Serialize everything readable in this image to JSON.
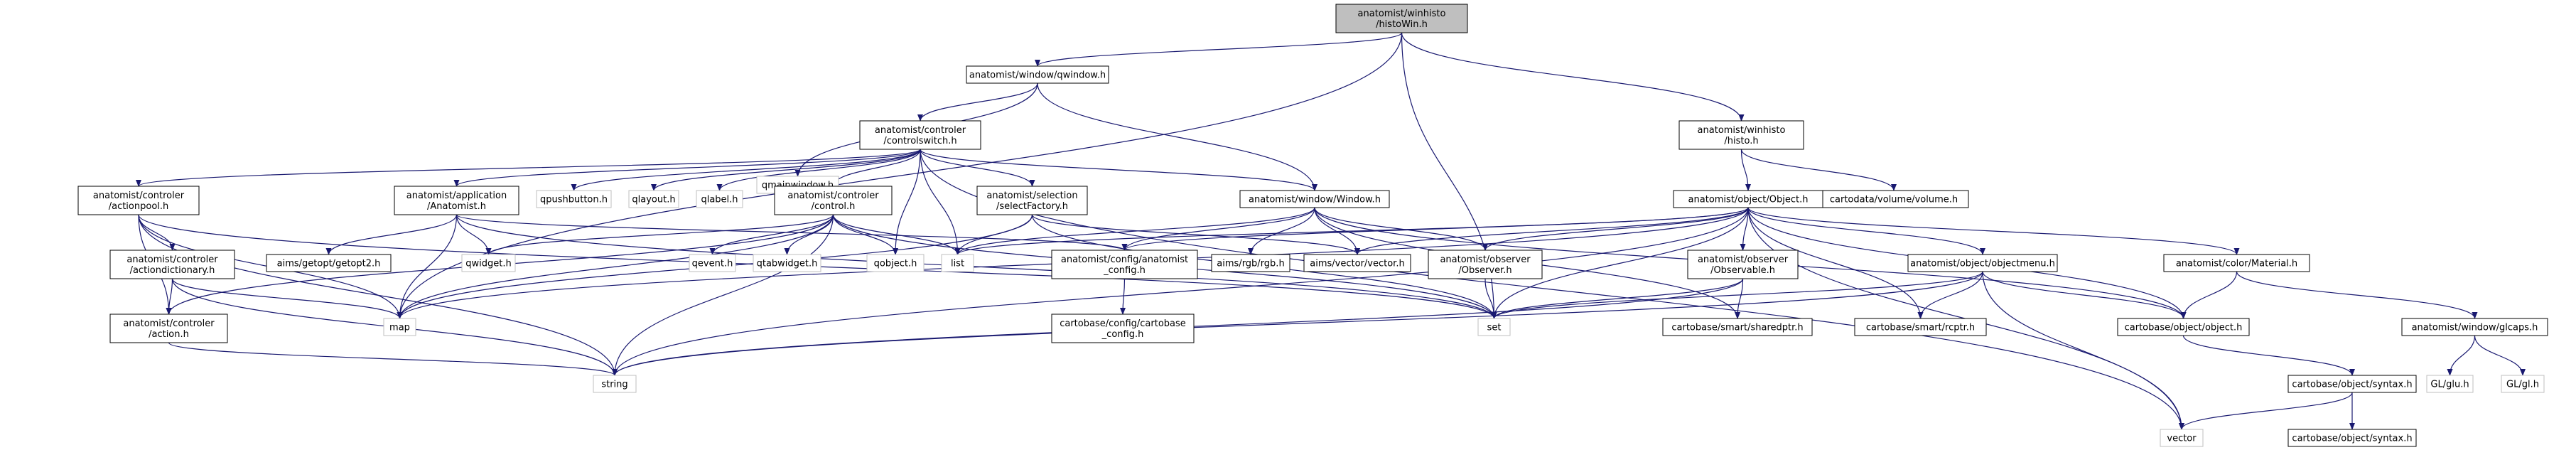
{
  "diagram": {
    "nodes": [
      {
        "id": "root",
        "lines": [
          "anatomist/winhisto",
          "/histoWin.h"
        ],
        "style": "root"
      },
      {
        "id": "qwindow",
        "lines": [
          "anatomist/window/qwindow.h"
        ],
        "style": "doc"
      },
      {
        "id": "histo",
        "lines": [
          "anatomist/winhisto",
          "/histo.h"
        ],
        "style": "doc"
      },
      {
        "id": "qmainwindow",
        "lines": [
          "qmainwindow.h"
        ],
        "style": "ext"
      },
      {
        "id": "controlswitch",
        "lines": [
          "anatomist/controler",
          "/controlswitch.h"
        ],
        "style": "doc"
      },
      {
        "id": "volume",
        "lines": [
          "cartodata/volume/volume.h"
        ],
        "style": "doc"
      },
      {
        "id": "actionpool",
        "lines": [
          "anatomist/controler",
          "/actionpool.h"
        ],
        "style": "doc"
      },
      {
        "id": "anatomist",
        "lines": [
          "anatomist/application",
          "/Anatomist.h"
        ],
        "style": "doc"
      },
      {
        "id": "qpushbutton",
        "lines": [
          "qpushbutton.h"
        ],
        "style": "ext"
      },
      {
        "id": "qlayout",
        "lines": [
          "qlayout.h"
        ],
        "style": "ext"
      },
      {
        "id": "qlabel",
        "lines": [
          "qlabel.h"
        ],
        "style": "ext"
      },
      {
        "id": "control",
        "lines": [
          "anatomist/controler",
          "/control.h"
        ],
        "style": "doc"
      },
      {
        "id": "selectfactory",
        "lines": [
          "anatomist/selection",
          "/selectFactory.h"
        ],
        "style": "doc"
      },
      {
        "id": "windowh",
        "lines": [
          "anatomist/window/Window.h"
        ],
        "style": "doc"
      },
      {
        "id": "objecth",
        "lines": [
          "anatomist/object/Object.h"
        ],
        "style": "doc"
      },
      {
        "id": "actiondictionary",
        "lines": [
          "anatomist/controler",
          "/actiondictionary.h"
        ],
        "style": "doc"
      },
      {
        "id": "getopt2",
        "lines": [
          "aims/getopt/getopt2.h"
        ],
        "style": "doc"
      },
      {
        "id": "qwidget",
        "lines": [
          "qwidget.h"
        ],
        "style": "ext"
      },
      {
        "id": "qevent",
        "lines": [
          "qevent.h"
        ],
        "style": "ext"
      },
      {
        "id": "qtabwidget",
        "lines": [
          "qtabwidget.h"
        ],
        "style": "ext"
      },
      {
        "id": "qobject",
        "lines": [
          "qobject.h"
        ],
        "style": "ext"
      },
      {
        "id": "list",
        "lines": [
          "list"
        ],
        "style": "ext"
      },
      {
        "id": "config",
        "lines": [
          "anatomist/config/anatomist",
          "_config.h"
        ],
        "style": "doc"
      },
      {
        "id": "rgb",
        "lines": [
          "aims/rgb/rgb.h"
        ],
        "style": "doc"
      },
      {
        "id": "vector_h",
        "lines": [
          "aims/vector/vector.h"
        ],
        "style": "doc"
      },
      {
        "id": "observer",
        "lines": [
          "anatomist/observer",
          "/Observer.h"
        ],
        "style": "doc"
      },
      {
        "id": "observable",
        "lines": [
          "anatomist/observer",
          "/Observable.h"
        ],
        "style": "doc"
      },
      {
        "id": "objectmenu",
        "lines": [
          "anatomist/object/objectmenu.h"
        ],
        "style": "doc"
      },
      {
        "id": "material",
        "lines": [
          "anatomist/color/Material.h"
        ],
        "style": "doc"
      },
      {
        "id": "action",
        "lines": [
          "anatomist/controler",
          "/action.h"
        ],
        "style": "doc"
      },
      {
        "id": "map",
        "lines": [
          "map"
        ],
        "style": "ext"
      },
      {
        "id": "cartobase_config",
        "lines": [
          "cartobase/config/cartobase",
          "_config.h"
        ],
        "style": "doc"
      },
      {
        "id": "set",
        "lines": [
          "set"
        ],
        "style": "ext"
      },
      {
        "id": "sharedptr",
        "lines": [
          "cartobase/smart/sharedptr.h"
        ],
        "style": "doc"
      },
      {
        "id": "rcptr",
        "lines": [
          "cartobase/smart/rcptr.h"
        ],
        "style": "doc"
      },
      {
        "id": "cobject",
        "lines": [
          "cartobase/object/object.h"
        ],
        "style": "doc"
      },
      {
        "id": "glcaps",
        "lines": [
          "anatomist/window/glcaps.h"
        ],
        "style": "doc"
      },
      {
        "id": "string",
        "lines": [
          "string"
        ],
        "style": "ext"
      },
      {
        "id": "syntax",
        "lines": [
          "cartobase/object/syntax.h"
        ],
        "style": "doc"
      },
      {
        "id": "glu",
        "lines": [
          "GL/glu.h"
        ],
        "style": "ext"
      },
      {
        "id": "gl",
        "lines": [
          "GL/gl.h"
        ],
        "style": "ext"
      },
      {
        "id": "vector",
        "lines": [
          "vector"
        ],
        "style": "ext"
      },
      {
        "id": "syntax2",
        "lines": [
          "cartobase/object/syntax.h"
        ],
        "style": "doc"
      }
    ],
    "edges": [
      [
        "root",
        "qwindow"
      ],
      [
        "root",
        "histo"
      ],
      [
        "root",
        "map"
      ],
      [
        "root",
        "set"
      ],
      [
        "qwindow",
        "qmainwindow"
      ],
      [
        "qwindow",
        "controlswitch"
      ],
      [
        "qwindow",
        "windowh"
      ],
      [
        "histo",
        "objecth"
      ],
      [
        "histo",
        "volume"
      ],
      [
        "controlswitch",
        "actionpool"
      ],
      [
        "controlswitch",
        "anatomist"
      ],
      [
        "controlswitch",
        "qpushbutton"
      ],
      [
        "controlswitch",
        "qlayout"
      ],
      [
        "controlswitch",
        "qlabel"
      ],
      [
        "controlswitch",
        "control"
      ],
      [
        "controlswitch",
        "selectfactory"
      ],
      [
        "controlswitch",
        "windowh"
      ],
      [
        "controlswitch",
        "qobject"
      ],
      [
        "controlswitch",
        "list"
      ],
      [
        "controlswitch",
        "vector"
      ],
      [
        "actionpool",
        "actiondictionary"
      ],
      [
        "actionpool",
        "action"
      ],
      [
        "actionpool",
        "map"
      ],
      [
        "actionpool",
        "string"
      ],
      [
        "actionpool",
        "set"
      ],
      [
        "actiondictionary",
        "action"
      ],
      [
        "actiondictionary",
        "map"
      ],
      [
        "actiondictionary",
        "string"
      ],
      [
        "action",
        "string"
      ],
      [
        "anatomist",
        "getopt2"
      ],
      [
        "anatomist",
        "qwidget"
      ],
      [
        "anatomist",
        "map"
      ],
      [
        "anatomist",
        "config"
      ],
      [
        "anatomist",
        "set"
      ],
      [
        "control",
        "action"
      ],
      [
        "control",
        "qwidget"
      ],
      [
        "control",
        "qevent"
      ],
      [
        "control",
        "qtabwidget"
      ],
      [
        "control",
        "qobject"
      ],
      [
        "control",
        "list"
      ],
      [
        "control",
        "map"
      ],
      [
        "control",
        "string"
      ],
      [
        "control",
        "set"
      ],
      [
        "selectfactory",
        "list"
      ],
      [
        "selectfactory",
        "map"
      ],
      [
        "selectfactory",
        "set"
      ],
      [
        "selectfactory",
        "vector_h"
      ],
      [
        "windowh",
        "config"
      ],
      [
        "windowh",
        "rgb"
      ],
      [
        "windowh",
        "vector_h"
      ],
      [
        "windowh",
        "observer"
      ],
      [
        "windowh",
        "list"
      ],
      [
        "windowh",
        "cobject"
      ],
      [
        "windowh",
        "sharedptr"
      ],
      [
        "config",
        "cartobase_config"
      ],
      [
        "objecth",
        "list"
      ],
      [
        "objecth",
        "config"
      ],
      [
        "objecth",
        "vector_h"
      ],
      [
        "objecth",
        "observer"
      ],
      [
        "objecth",
        "observable"
      ],
      [
        "objecth",
        "objectmenu"
      ],
      [
        "objecth",
        "material"
      ],
      [
        "objecth",
        "map"
      ],
      [
        "objecth",
        "set"
      ],
      [
        "objecth",
        "string"
      ],
      [
        "objecth",
        "rcptr"
      ],
      [
        "objecth",
        "cobject"
      ],
      [
        "objecth",
        "vector"
      ],
      [
        "observer",
        "set"
      ],
      [
        "observable",
        "set"
      ],
      [
        "observable",
        "sharedptr"
      ],
      [
        "observable",
        "string"
      ],
      [
        "objectmenu",
        "set"
      ],
      [
        "objectmenu",
        "rcptr"
      ],
      [
        "objectmenu",
        "cobject"
      ],
      [
        "objectmenu",
        "string"
      ],
      [
        "objectmenu",
        "vector"
      ],
      [
        "material",
        "cobject"
      ],
      [
        "material",
        "glcaps"
      ],
      [
        "glcaps",
        "glu"
      ],
      [
        "glcaps",
        "gl"
      ],
      [
        "cobject",
        "syntax"
      ],
      [
        "syntax",
        "vector"
      ],
      [
        "syntax",
        "syntax2"
      ]
    ]
  }
}
